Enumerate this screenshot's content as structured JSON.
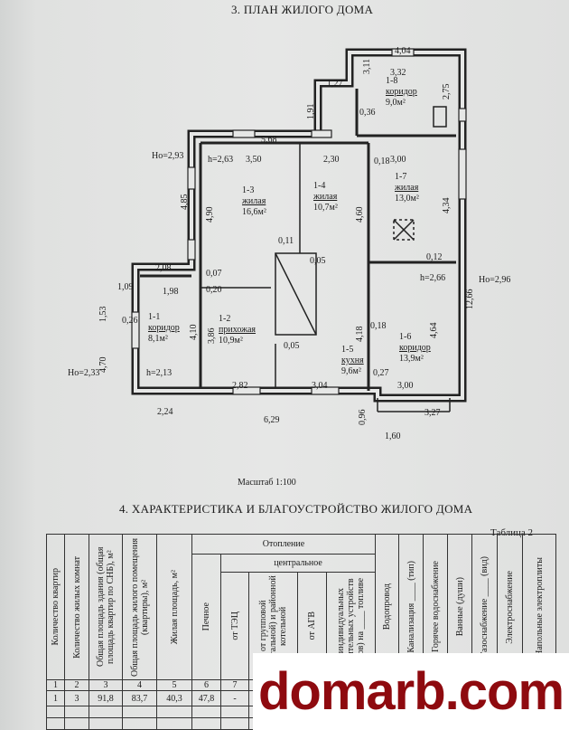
{
  "plan": {
    "title": "3. ПЛАН ЖИЛОГО ДОМА",
    "scale": "Масштаб 1:100",
    "rooms": [
      {
        "id": "1-8",
        "type": "коридор",
        "area": "9,0м²"
      },
      {
        "id": "1-3",
        "type": "жилая",
        "area": "16,6м²"
      },
      {
        "id": "1-4",
        "type": "жилая",
        "area": "10,7м²"
      },
      {
        "id": "1-7",
        "type": "жилая",
        "area": "13,0м²"
      },
      {
        "id": "1-1",
        "type": "коридор",
        "area": "8,1м²"
      },
      {
        "id": "1-2",
        "type": "прихожая",
        "area": "10,9м²"
      },
      {
        "id": "1-5",
        "type": "кухня",
        "area": "9,6м²"
      },
      {
        "id": "1-6",
        "type": "коридор",
        "area": "13,9м²"
      }
    ],
    "dims": [
      "4,04",
      "3,32",
      "3,11",
      "1,27",
      "2,75",
      "1,91",
      "0,36",
      "5,68",
      "Ho=2,93",
      "h=2,63",
      "3,50",
      "2,30",
      "0,18",
      "3,00",
      "4,85",
      "4,90",
      "4,60",
      "4,34",
      "0,11",
      "0,05",
      "0,12",
      "2,08",
      "0,07",
      "0,20",
      "1,98",
      "h=2,66",
      "Ho=2,96",
      "1,09",
      "1,53",
      "0,26",
      "0,18",
      "12,66",
      "4,10",
      "3,86",
      "4,18",
      "4,64",
      "0,05",
      "4,70",
      "Ho=2,33",
      "h=2,13",
      "0,27",
      "2,82",
      "3,04",
      "3,00",
      "2,24",
      "6,29",
      "0,96",
      "3,27",
      "1,60"
    ]
  },
  "section4": {
    "title": "4. ХАРАКТЕРИСТИКА И БЛАГОУСТРОЙСТВО ЖИЛОГО ДОМА",
    "caption": "Таблица 2",
    "group_heating": "Отопление",
    "group_central": "центральное",
    "headers": [
      "Количество квартир",
      "Количество жилых комнат",
      "Общая площадь здания (общая площадь квартир по СНБ), м²",
      "Общая площадь жилого помещения (квартиры), м²",
      "Жилая площадь, м²",
      "Печное",
      "от ТЭЦ",
      "от групповой (квартальной) и районной котельной",
      "от АГВ",
      "от индивидуальных отопительных устройств (котлов) на ____ топливе",
      "Водопровод",
      "Канализация ____ (тип)",
      "Горячее водоснабжение",
      "Ванные (души)",
      "Газоснабжение ____ (вид)",
      "Электроснабжение",
      "Напольные электроплиты"
    ],
    "numbers": [
      "1",
      "2",
      "3",
      "4",
      "5",
      "6",
      "7"
    ],
    "row": [
      "1",
      "3",
      "91,8",
      "83,7",
      "40,3",
      "47,8",
      "-"
    ]
  },
  "watermark": "domarb.com"
}
